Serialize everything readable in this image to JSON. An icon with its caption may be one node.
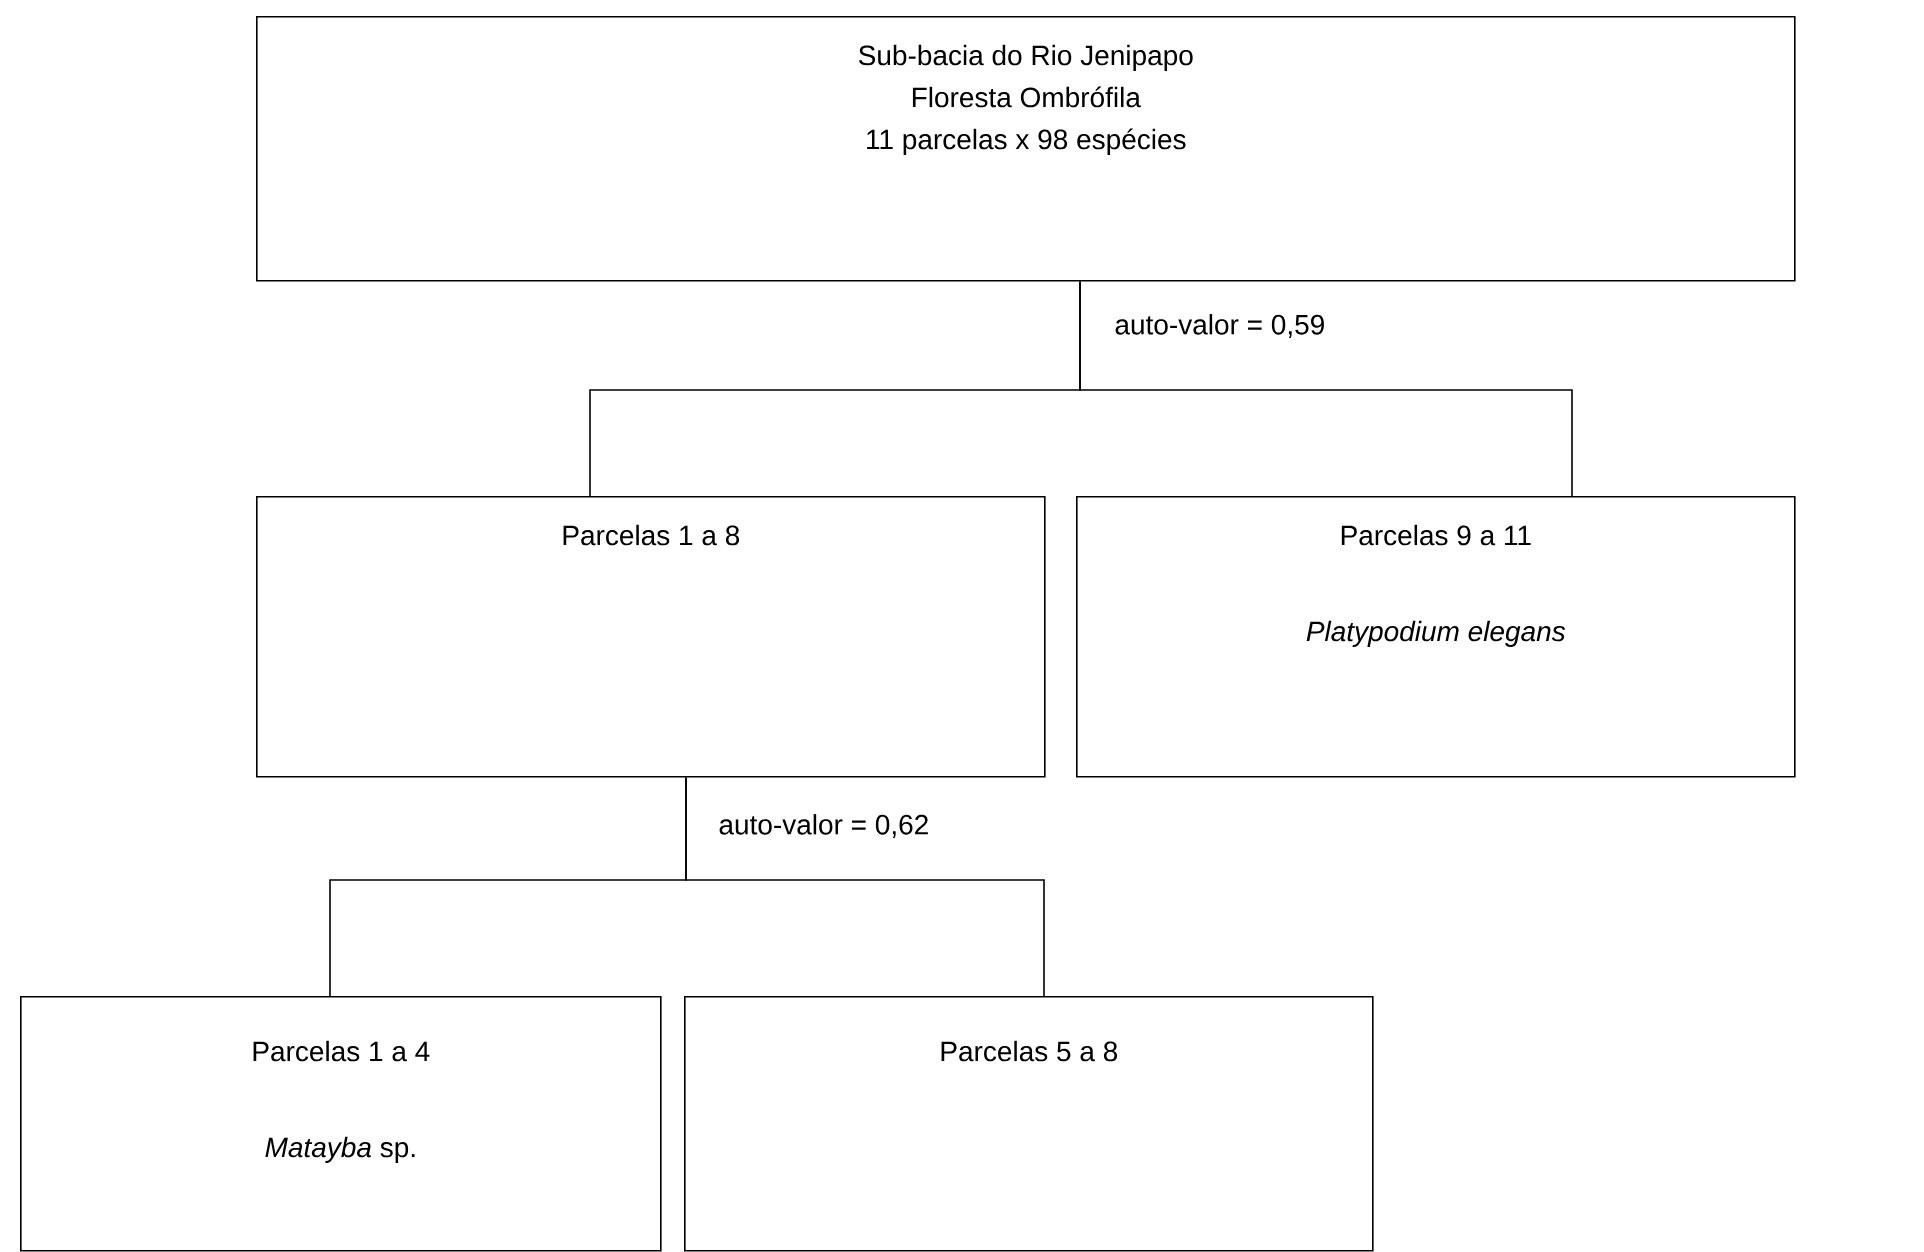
{
  "diagram": {
    "nodes": [
      {
        "text": [
          "Sub-bacia do Rio Jenipapo",
          "Floresta Ombrófila",
          "11 parcelas x 98 espécies"
        ]
      },
      {
        "text": [
          "Parcelas 1 a 8"
        ]
      },
      {
        "text": [
          "Parcelas 9 a 11",
          "Platypodium elegans"
        ]
      },
      {
        "text": [
          "Parcelas 1 a 4",
          "*Matayba* sp."
        ]
      },
      {
        "text": [
          "Parcelas 5 a 8"
        ]
      }
    ],
    "edges": [
      {
        "from": 0,
        "to": 1,
        "arrow": "none",
        "label": "auto-valor = 0,59"
      },
      {
        "from": 0,
        "to": 2,
        "arrow": "none"
      },
      {
        "from": 1,
        "to": 3,
        "arrow": "none",
        "label": "auto-valor = 0,62"
      },
      {
        "from": 1,
        "to": 4,
        "arrow": "none"
      }
    ]
  }
}
